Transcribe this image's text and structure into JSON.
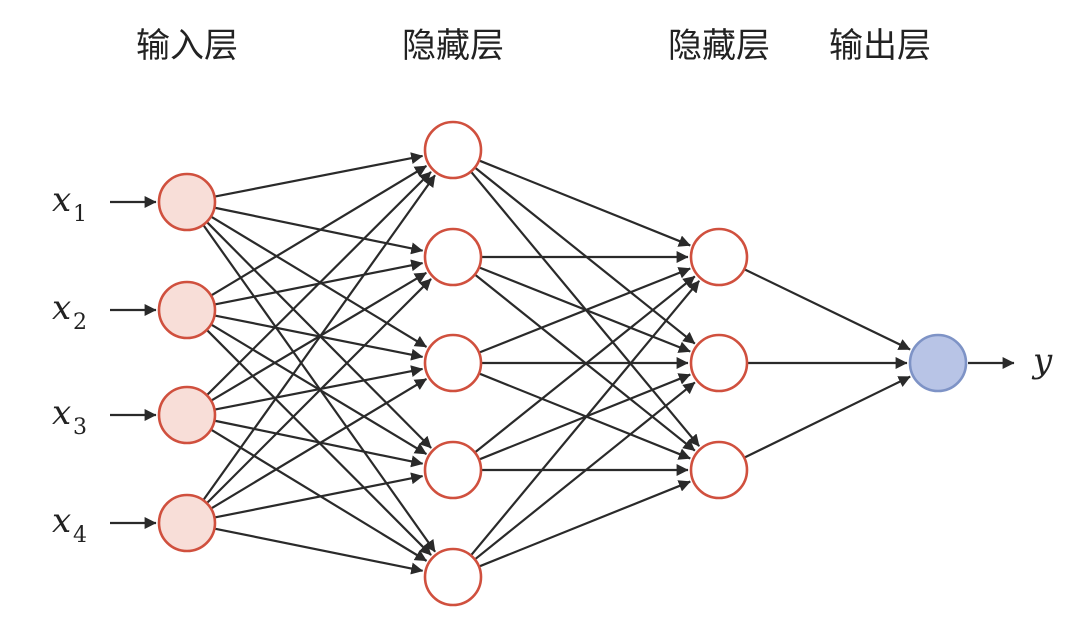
{
  "layer_titles": {
    "input": "输入层",
    "hidden1": "隐藏层",
    "hidden2": "隐藏层",
    "output": "输出层"
  },
  "network": {
    "layer_sizes": [
      4,
      5,
      3,
      1
    ],
    "fully_connected": true
  },
  "inputs": [
    {
      "symbol": "x",
      "subscript": "1"
    },
    {
      "symbol": "x",
      "subscript": "2"
    },
    {
      "symbol": "x",
      "subscript": "3"
    },
    {
      "symbol": "x",
      "subscript": "4"
    }
  ],
  "output": {
    "symbol": "y"
  },
  "colors": {
    "node_stroke": "#d0503e",
    "input_fill": "#f8ded8",
    "hidden_fill": "#ffffff",
    "output_fill": "#b8c4e6",
    "output_stroke": "#7e93c6",
    "edge": "#2a2a2a",
    "text": "#222222"
  }
}
